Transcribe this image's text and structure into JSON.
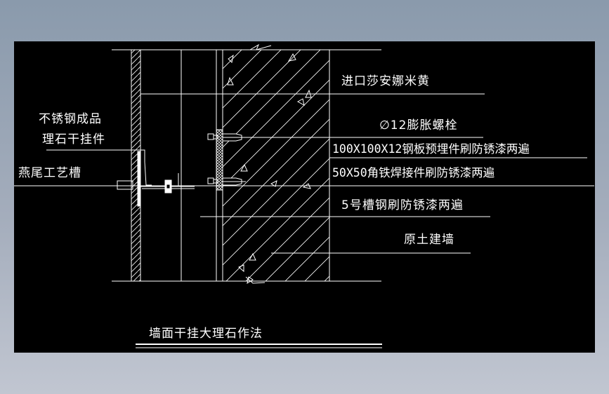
{
  "drawing": {
    "title": "墙面干挂大理石作法",
    "colors": {
      "background_top": "#8a9aac",
      "background_bottom": "#c1c6d1",
      "canvas": "#000000",
      "line": "#ffffff"
    },
    "labels_left": [
      {
        "id": "stainless-hanger-line1",
        "text": "不锈钢成品"
      },
      {
        "id": "stainless-hanger-line2",
        "text": "理石干挂件"
      },
      {
        "id": "dovetail-groove",
        "text": "燕尾工艺槽"
      }
    ],
    "labels_right": [
      {
        "id": "marble",
        "text": "进口莎安娜米黄"
      },
      {
        "id": "expansion-bolt",
        "text": "∅12膨胀螺栓"
      },
      {
        "id": "embedded-plate",
        "text": "100X100X12钢板预埋件刷防锈漆两遍"
      },
      {
        "id": "angle-iron",
        "text": "50X50角铁焊接件刷防锈漆两遍"
      },
      {
        "id": "channel-steel",
        "text": "5号槽钢刷防锈漆两遍"
      },
      {
        "id": "original-wall",
        "text": "原土建墙"
      }
    ]
  }
}
